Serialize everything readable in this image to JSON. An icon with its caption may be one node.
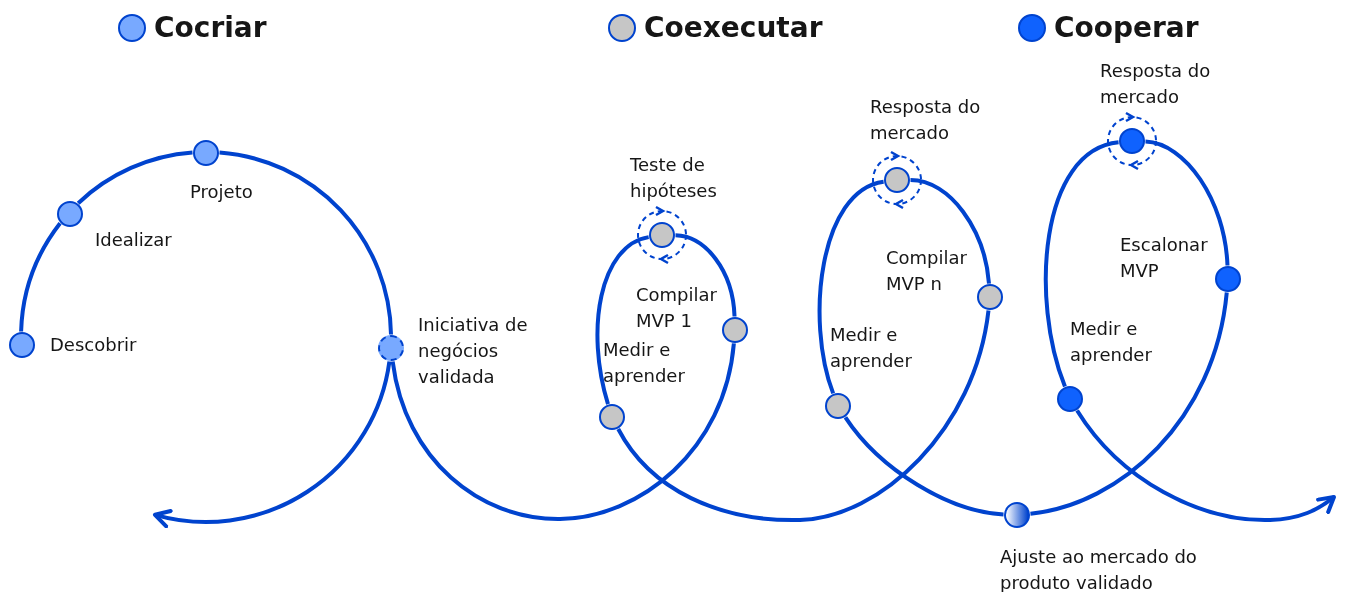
{
  "diagram": {
    "nodes": [
      {
        "text": [],
        "shape": "circle",
        "beside": [
          "Descobrir"
        ]
      },
      {
        "text": [],
        "shape": "circle",
        "beside": [
          "Idealizar"
        ]
      },
      {
        "text": [],
        "shape": "circle",
        "beside": [
          "Projeto"
        ]
      },
      {
        "text": [],
        "shape": "circle",
        "beside": [
          "Iniciativa de negócios validada"
        ]
      },
      {
        "text": [],
        "shape": "circle",
        "beside": [
          "Compilar MVP 1"
        ]
      },
      {
        "text": [],
        "shape": "circle",
        "beside": [
          "Teste de hipóteses"
        ]
      },
      {
        "text": [],
        "shape": "circle",
        "beside": [
          "Medir e aprender"
        ]
      },
      {
        "text": [],
        "shape": "circle",
        "beside": [
          "Compilar MVP n"
        ]
      },
      {
        "text": [],
        "shape": "circle",
        "beside": [
          "Resposta do mercado"
        ]
      },
      {
        "text": [],
        "shape": "circle",
        "beside": [
          "Medir e aprender"
        ]
      },
      {
        "text": [],
        "shape": "circle",
        "beside": [
          "Ajuste ao mercado do produto validado"
        ]
      },
      {
        "text": [],
        "shape": "circle",
        "beside": [
          "Escalonar MVP"
        ]
      },
      {
        "text": [],
        "shape": "circle",
        "beside": [
          "Resposta do mercado"
        ]
      },
      {
        "text": [],
        "shape": "circle",
        "beside": [
          "Medir e aprender"
        ]
      }
    ],
    "edges": [
      {
        "from": 0,
        "to": 1,
        "arrow": "none"
      },
      {
        "from": 1,
        "to": 2,
        "arrow": "none"
      },
      {
        "from": 2,
        "to": 3,
        "arrow": "none"
      },
      {
        "from": 3,
        "to": null,
        "arrow": "to"
      },
      {
        "from": 3,
        "to": 4,
        "arrow": "none"
      },
      {
        "from": 4,
        "to": 5,
        "arrow": "none"
      },
      {
        "from": 5,
        "to": 6,
        "arrow": "none"
      },
      {
        "from": 6,
        "to": 7,
        "arrow": "none"
      },
      {
        "from": 7,
        "to": 8,
        "arrow": "none"
      },
      {
        "from": 8,
        "to": 9,
        "arrow": "none"
      },
      {
        "from": 9,
        "to": 10,
        "arrow": "none"
      },
      {
        "from": 10,
        "to": 11,
        "arrow": "none"
      },
      {
        "from": 11,
        "to": 12,
        "arrow": "none"
      },
      {
        "from": 12,
        "to": 13,
        "arrow": "none"
      },
      {
        "from": 13,
        "to": null,
        "arrow": "to"
      }
    ],
    "legend": [
      {
        "text": "Cocriar",
        "color": "#78a9ff"
      },
      {
        "text": "Coexecutar",
        "color": "#c6c6c6"
      },
      {
        "text": "Cooperar",
        "color": "#0f62fe"
      }
    ]
  }
}
